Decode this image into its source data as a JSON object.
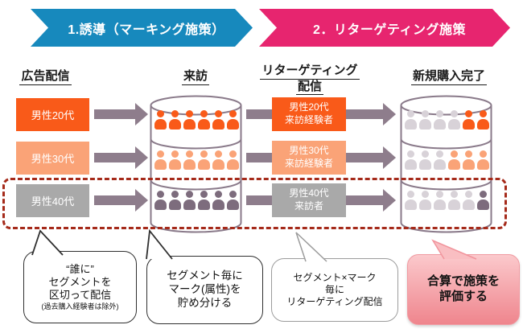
{
  "colors": {
    "orange": "#F95A19",
    "light_orange": "#FAA377",
    "gray": "#A9A9A9",
    "arrow": "#8E7D8C",
    "cylinder_stroke": "#8A7A8A",
    "person_light": "#D8D2D8",
    "person_dark": "#7D6C7D",
    "dashed_red": "#A52A1A",
    "banner_blue": "#1789BD",
    "banner_pink": "#E7256F",
    "pink_callout_top": "#FBC9CC",
    "pink_callout_bottom": "#EF858D"
  },
  "banners": {
    "step1": {
      "label": "1.誘導（マーキング施策）",
      "color": "#1789BD"
    },
    "step2": {
      "label": "2．リターゲティング施策",
      "color": "#E7256F"
    }
  },
  "column_headers": {
    "ad_delivery": "広告配信",
    "visit": "来訪",
    "retargeting_line1": "リターゲティング",
    "retargeting_line2": "配信",
    "purchase": "新規購入完了"
  },
  "segments": [
    {
      "label": "男性20代",
      "retarget_line1": "男性20代",
      "retarget_line2": "来訪経験者",
      "color": "orange"
    },
    {
      "label": "男性30代",
      "retarget_line1": "男性30代",
      "retarget_line2": "来訪経験者",
      "color": "light_orange"
    },
    {
      "label": "男性40代",
      "retarget_line1": "男性40代",
      "retarget_line2": "来訪者",
      "color": "gray"
    }
  ],
  "cylinders": {
    "visit": {
      "tiers": [
        [
          "orange",
          "orange",
          "orange",
          "orange",
          "orange",
          "orange"
        ],
        [
          "light_orange",
          "light_orange",
          "light_orange",
          "light_orange",
          "light_orange",
          "light_orange"
        ],
        [
          "person_dark",
          "person_dark",
          "person_dark",
          "person_dark",
          "person_dark",
          "person_dark"
        ]
      ]
    },
    "purchase": {
      "tiers": [
        [
          "person_light",
          "person_light",
          "person_light",
          "person_light",
          "orange",
          "orange"
        ],
        [
          "person_light",
          "person_light",
          "person_light",
          "light_orange",
          "light_orange",
          "light_orange"
        ],
        [
          "person_light",
          "person_light",
          "person_light",
          "person_light",
          "person_light",
          "person_dark"
        ]
      ]
    }
  },
  "callouts": [
    {
      "lines": [
        "“誰に”",
        "セグメントを",
        "区切って配信"
      ],
      "note": "(過去購入経験者は除外)"
    },
    {
      "lines": [
        "セグメント毎に",
        "マーク(属性)を",
        "貯め分ける"
      ]
    },
    {
      "lines": [
        "セグメント×マーク",
        "毎に",
        "リターゲティング配信"
      ]
    },
    {
      "lines": [
        "合算で施策を",
        "評価する"
      ]
    }
  ]
}
